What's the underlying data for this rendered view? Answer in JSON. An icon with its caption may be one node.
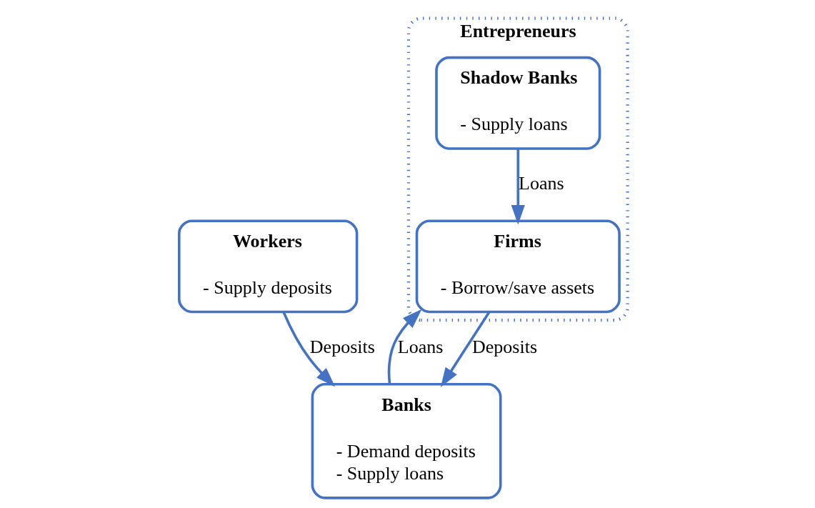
{
  "diagram": {
    "nodes": [
      {
        "text": [
          "Workers",
          "- Supply deposits"
        ]
      },
      {
        "text": [
          "Banks",
          "- Demand deposits",
          "- Supply loans"
        ]
      },
      {
        "text": [
          "Entrepreneurs"
        ]
      },
      {
        "text": [
          "Shadow Banks",
          "- Supply loans"
        ],
        "in": 2
      },
      {
        "text": [
          "Firms",
          "- Borrow/save assets"
        ],
        "in": 2
      }
    ],
    "edges": [
      {
        "from": 0,
        "to": 1,
        "arrow": "to",
        "label": "Deposits"
      },
      {
        "from": 1,
        "to": 4,
        "arrow": "to",
        "label": "Loans"
      },
      {
        "from": 4,
        "to": 1,
        "arrow": "to",
        "label": "Deposits"
      },
      {
        "from": 3,
        "to": 4,
        "arrow": "to",
        "label": "Loans"
      }
    ]
  }
}
